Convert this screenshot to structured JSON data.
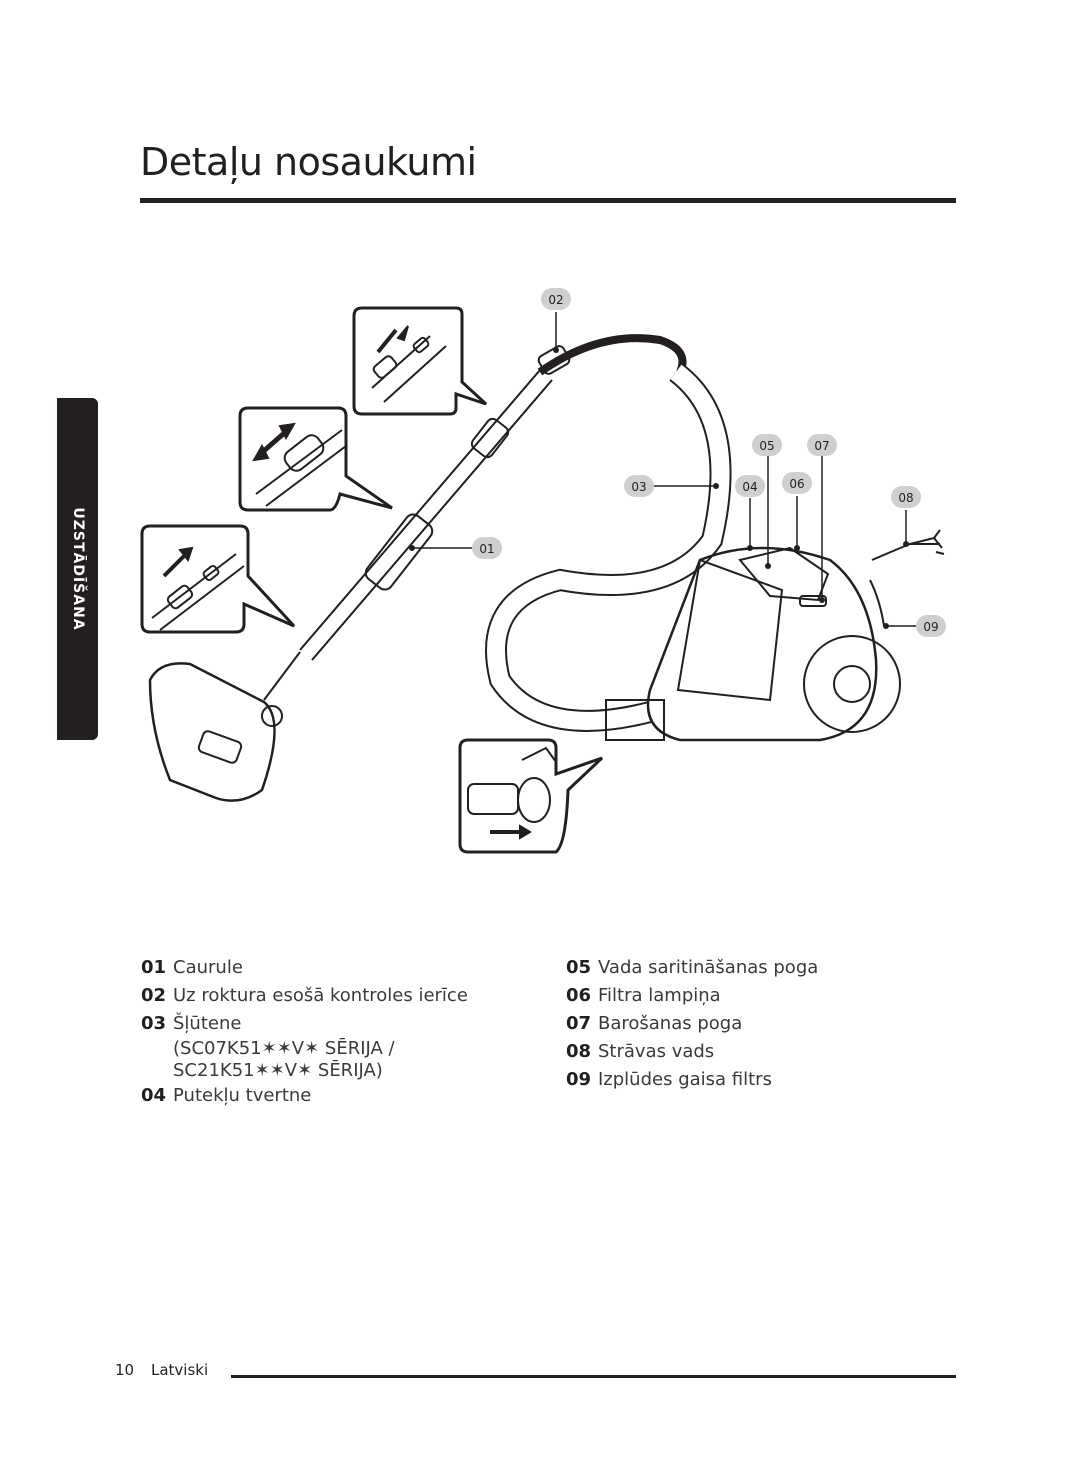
{
  "page": {
    "title": "Detaļu nosaukumi",
    "side_tab": "UZSTĀDĪŠANA",
    "footer_page": "10",
    "footer_lang": "Latviski"
  },
  "callouts": [
    "01",
    "02",
    "03",
    "04",
    "05",
    "06",
    "07",
    "08",
    "09"
  ],
  "legend_left": [
    {
      "num": "01",
      "text": "Caurule"
    },
    {
      "num": "02",
      "text": "Uz roktura esošā kontroles ierīce"
    },
    {
      "num": "03",
      "text": "Šļūtene",
      "sub1": "(SC07K51✶✶V✶ SĒRIJA /",
      "sub2": "SC21K51✶✶V✶ SĒRIJA)"
    },
    {
      "num": "04",
      "text": "Putekļu tvertne"
    }
  ],
  "legend_right": [
    {
      "num": "05",
      "text": "Vada saritināšanas poga"
    },
    {
      "num": "06",
      "text": "Filtra lampiņa"
    },
    {
      "num": "07",
      "text": "Barošanas poga"
    },
    {
      "num": "08",
      "text": "Strāvas vads"
    },
    {
      "num": "09",
      "text": "Izplūdes gaisa filtrs"
    }
  ]
}
